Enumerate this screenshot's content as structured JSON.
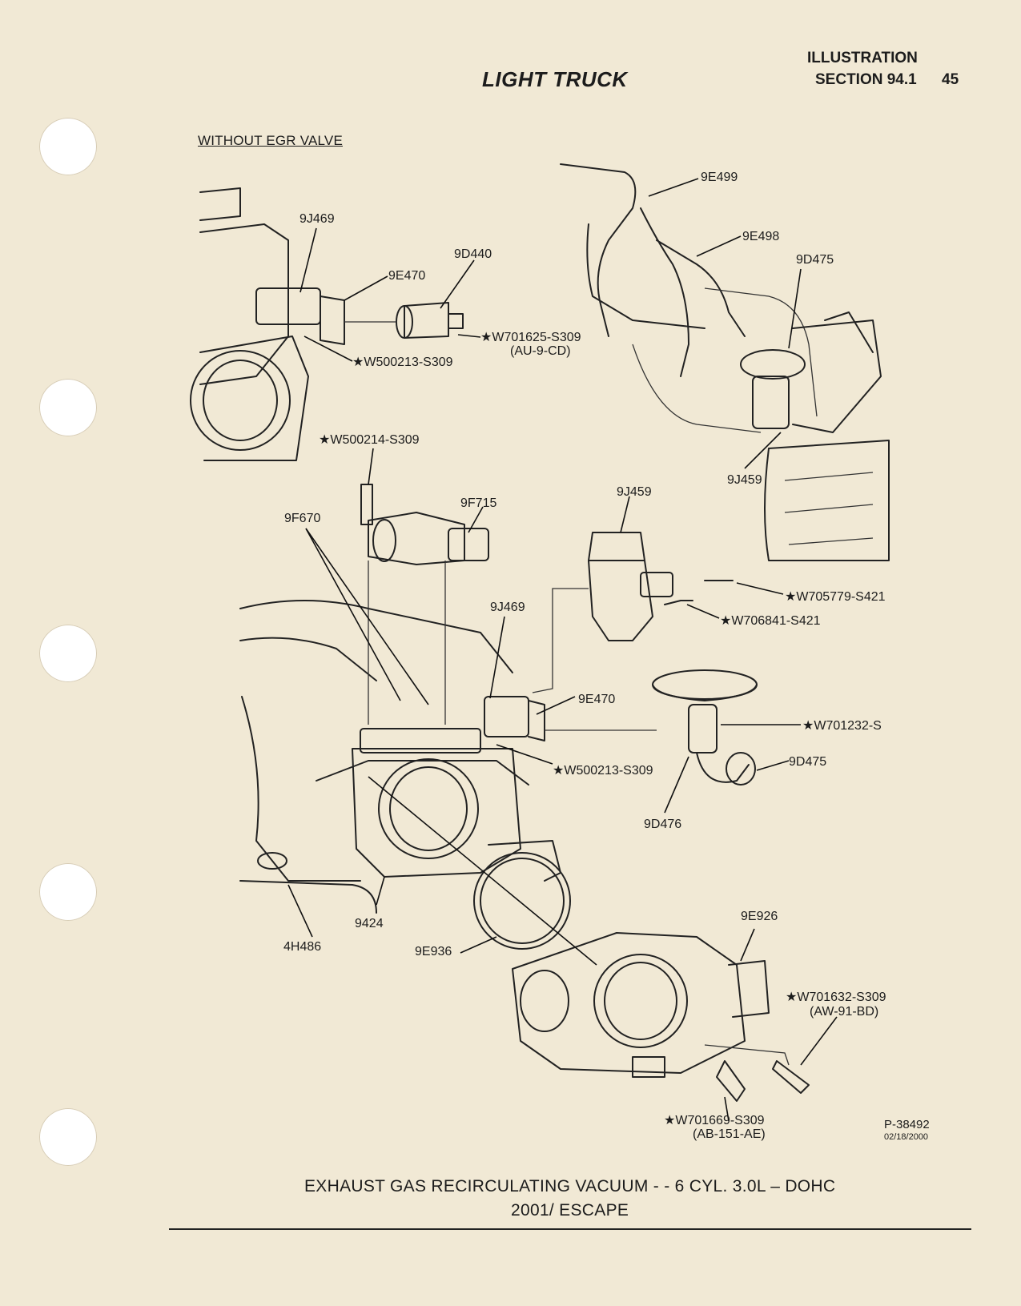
{
  "header": {
    "title": "LIGHT TRUCK",
    "illustration": "ILLUSTRATION",
    "section": "SECTION 94.1",
    "page_number": "45"
  },
  "subtitle": "WITHOUT EGR VALVE",
  "callouts": {
    "c01": "9J469",
    "c02": "9D440",
    "c03": "9E470",
    "c04": "★W701625-S309",
    "c05": "(AU-9-CD)",
    "c06": "★W500213-S309",
    "c07": "9E499",
    "c08": "9E498",
    "c09": "9D475",
    "c10": "9J459",
    "c11": "★W500214-S309",
    "c12": "9F715",
    "c13": "9F670",
    "c14": "9J459",
    "c15": "★W705779-S421",
    "c16": "★W706841-S421",
    "c17": "9J469",
    "c18": "9E470",
    "c19": "★W701232-S",
    "c20": "★W500213-S309",
    "c21": "9D475",
    "c22": "9D476",
    "c23": "9424",
    "c24": "4H486",
    "c25": "9E936",
    "c26": "9E926",
    "c27": "★W701632-S309",
    "c28": "(AW-91-BD)",
    "c29": "★W701669-S309",
    "c30": "(AB-151-AE)"
  },
  "figure_ref": "P-38492",
  "figure_date": "02/18/2000",
  "caption": {
    "line1": "EXHAUST GAS RECIRCULATING VACUUM - - 6 CYL. 3.0L – DOHC",
    "line2": "2001/ ESCAPE"
  }
}
